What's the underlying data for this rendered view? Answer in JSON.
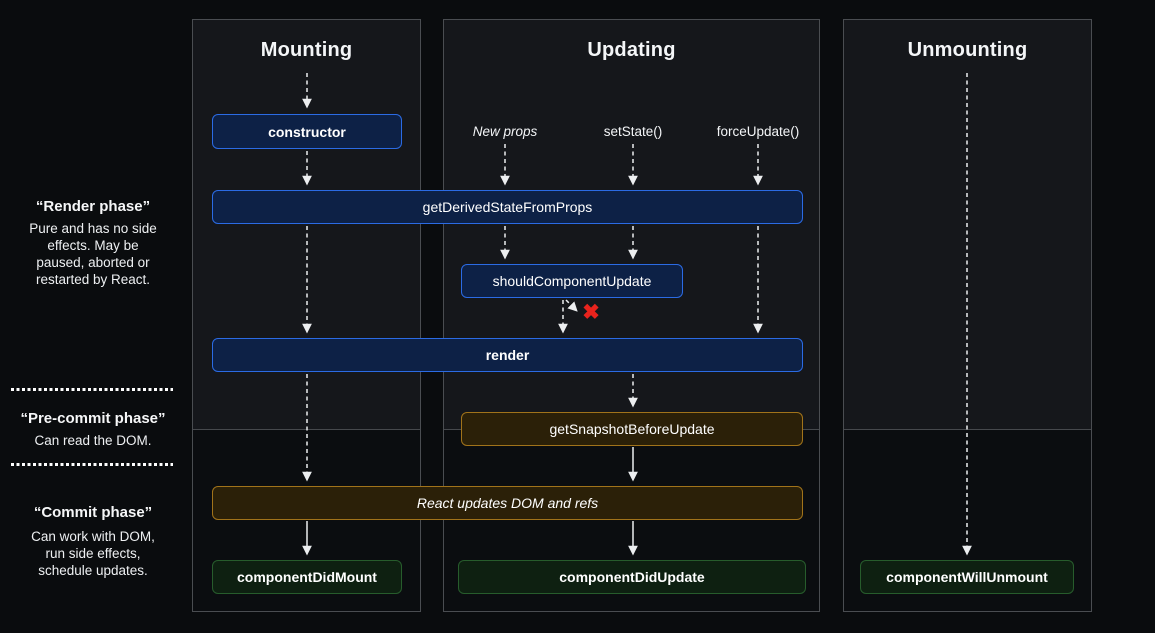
{
  "sidebar": {
    "phases": [
      {
        "title": "“Render phase”",
        "description": "Pure and has no side effects. May be paused, aborted or restarted by React."
      },
      {
        "title": "“Pre-commit phase”",
        "description": "Can read the DOM."
      },
      {
        "title": "“Commit phase”",
        "description": "Can work with DOM, run side effects, schedule updates."
      }
    ]
  },
  "columns": [
    {
      "title": "Mounting"
    },
    {
      "title": "Updating"
    },
    {
      "title": "Unmounting"
    }
  ],
  "triggers": {
    "new_props": "New props",
    "set_state": "setState()",
    "force_update": "forceUpdate()"
  },
  "boxes": {
    "constructor": "constructor",
    "get_derived_state_from_props": "getDerivedStateFromProps",
    "should_component_update": "shouldComponentUpdate",
    "render": "render",
    "get_snapshot_before_update": "getSnapshotBeforeUpdate",
    "react_updates_dom": "React updates DOM and refs",
    "component_did_mount": "componentDidMount",
    "component_did_update": "componentDidUpdate",
    "component_will_unmount": "componentWillUnmount"
  },
  "icons": {
    "abort_x": "✖"
  },
  "colors": {
    "background": "#0a0c0e",
    "panel_upper": "#15171b",
    "panel_lower": "#0b0d10",
    "panel_border": "#4a4d51",
    "blue_border": "#2b6be4",
    "blue_fill": "#0d2146",
    "amber_border": "#a1731a",
    "amber_fill": "#2b2008",
    "green_border": "#275c2c",
    "green_fill": "#0e2011",
    "abort_red": "#e8231d",
    "arrow": "#eceef0"
  }
}
